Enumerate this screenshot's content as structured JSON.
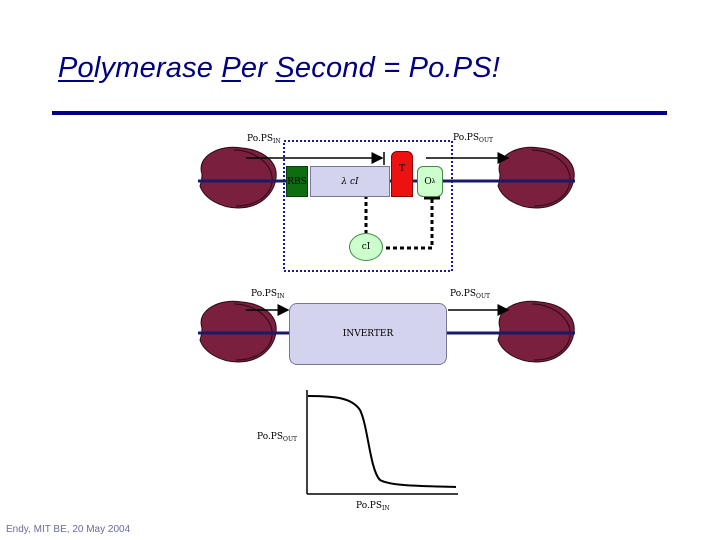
{
  "slide": {
    "title_parts": [
      "Po",
      "lymerase ",
      "P",
      "er ",
      "S",
      "econd = Po.PS!"
    ],
    "footer": "Endy, MIT BE, 20 May 2004"
  },
  "top_diagram": {
    "pops_in": {
      "base": "Po.PS",
      "sub": "IN"
    },
    "pops_out": {
      "base": "Po.PS",
      "sub": "OUT"
    },
    "rbs_label": "RBS",
    "ci_gene_label": "λ cI",
    "terminator_label": "T",
    "operator_label": {
      "base": "O",
      "sub": "λ"
    },
    "protein_label": "cI"
  },
  "middle_diagram": {
    "pops_in": {
      "base": "Po.PS",
      "sub": "IN"
    },
    "pops_out": {
      "base": "Po.PS",
      "sub": "OUT"
    },
    "inverter_label": "INVERTER"
  },
  "transfer_plot": {
    "ylabel": {
      "base": "Po.PS",
      "sub": "OUT"
    },
    "xlabel": {
      "base": "Po.PS",
      "sub": "IN"
    }
  },
  "colors": {
    "title": "#000080",
    "polymerase": "#7a1f3d",
    "rbs": "#0d6e0d",
    "gene": "#d3d3ee",
    "terminator": "#ee1111",
    "operator": "#ccffcc",
    "protein": "#ccffcc",
    "inverter": "#d3d3ee",
    "dashed_box": "#1a1aa0"
  }
}
